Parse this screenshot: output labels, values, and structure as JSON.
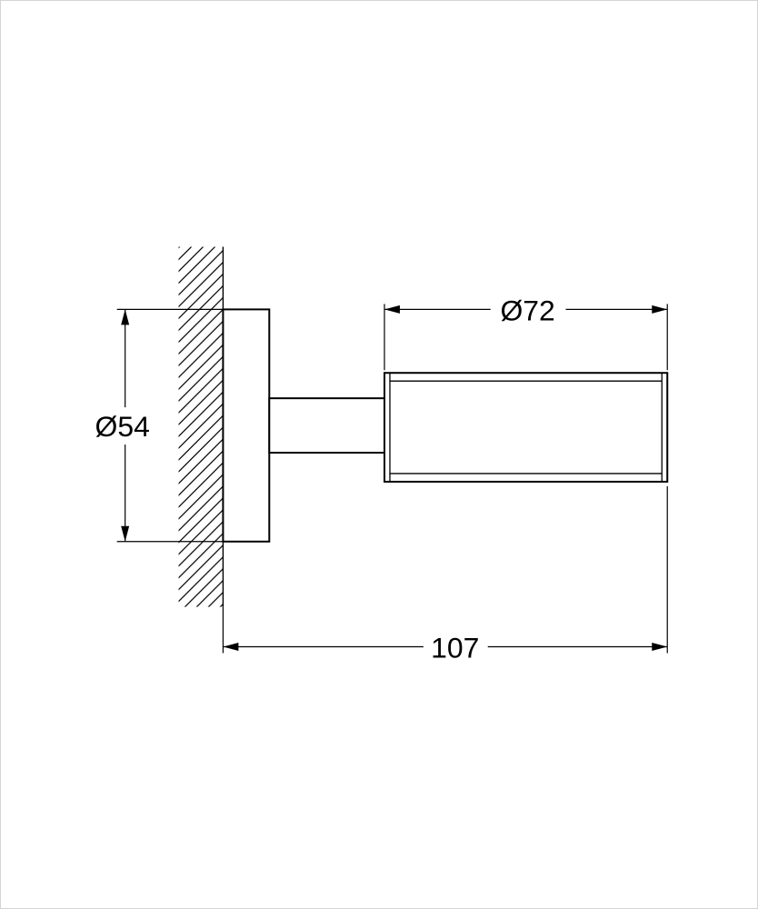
{
  "drawing": {
    "kind": "technical-dimension-diagram",
    "subject": "wall-mounted-holder-side-view",
    "colors": {
      "line": "#000000",
      "background": "#ffffff",
      "page_border": "#d4d4d4"
    },
    "labels": {
      "cylinder_diameter": "Ø72",
      "plate_diameter": "Ø54",
      "projection_length": "107"
    }
  }
}
